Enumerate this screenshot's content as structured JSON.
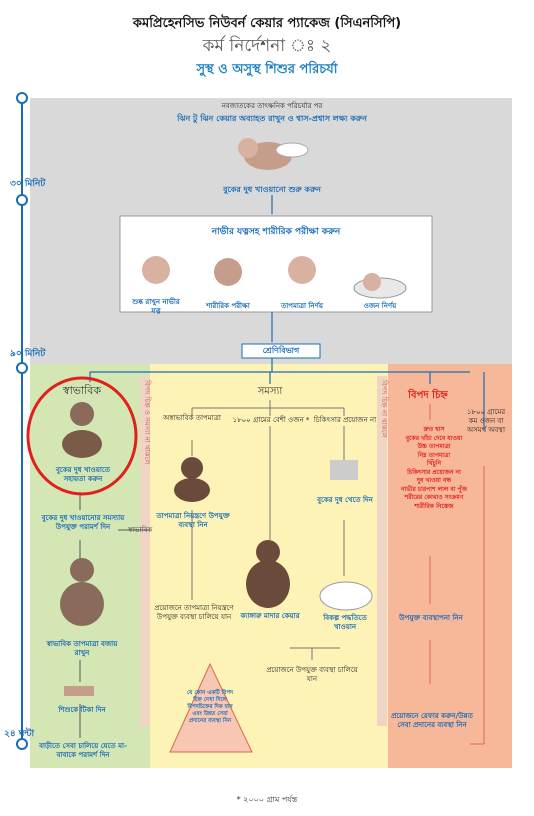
{
  "header": {
    "title": "কমপ্রিহেনসিভ নিউবর্ন কেয়ার প্যাকেজ (সিএনসিপি)",
    "subtitle": "কর্ম নির্দেশনা ঃ ২",
    "heading": "সুস্থ ও অসুস্থ শিশুর পরিচর্যা"
  },
  "timeline": {
    "t1": "৩০ মিনিট",
    "t2": "৯০ মিনিট",
    "t3": "২৪ ঘন্টা"
  },
  "top": {
    "note": "নবজাতকের তাৎক্ষনিক পরিচর্যার পর",
    "step1": "ঝিন টু ঝিন কেয়ার অব্যাহত রাখুন ও শ্বাস-প্রশ্বাস লক্ষ্য করুন",
    "step2": "বুকের দুধ খাওয়ানো শুরু করুন",
    "exam_title": "নাভীর যত্নসহ শারীরিক পরীক্ষা করুন",
    "exam_items": [
      "শুষ্ক রাখুন নাভীর যত্ন",
      "শারীরিক পরীক্ষা",
      "তাপমাত্রা নির্ণয়",
      "ওজন নির্ণয়"
    ]
  },
  "classification": "শ্রেণিবিভাগ",
  "normal": {
    "label": "স্বাভাবিক",
    "b1": "বুকের দুধ খাওয়াতে সহায়তা করুন",
    "b2": "বুকের দুধ খাওয়ানোর সমস্যায় উপযুক্ত পরামর্শ দিন",
    "b3": "স্বাভাবিক তাপমাত্রা বজায় রাখুন",
    "b4": "শিশুকে টিকা দিন",
    "b5": "বাড়ীতে সেবা চালিয়ে যেতে মা-বাবাকে পরামর্শ দিন",
    "side": "বিপদ চিহ্ন ও সমস্যা না থাকলে",
    "return": "স্বাভাবিক"
  },
  "problem": {
    "label": "সমস্যা",
    "c1": "অস্বাভাবিক তাপমাত্রা",
    "c2": "১৮০০ গ্রামের বেশী ওজন *",
    "c3": "চিকিৎসার প্রয়োজন না",
    "b1": "তাপমাত্রা নিয়ন্ত্রণে উপযুক্ত ব্যবস্থা নিন",
    "b2": "ক্যাঙ্গারু মাদার কেয়ার",
    "b3": "বুকের দুধ খেতে দিন",
    "b4": "বিকল্প পদ্ধতিতে খাওয়ান",
    "b5": "প্রয়োজনে তাপমাত্রা নিয়ন্ত্রণে উপযুক্ত ব্যবস্থা চালিয়ে যান",
    "b6": "প্রয়োজনে উপযুক্ত ব্যবস্থা চালিয়ে যান",
    "warn": "যে কোন একটি বিপদ চিহ্ন দেখা দিলে বিপদচিহ্নের দিক যান এবং উন্নত সেবা প্রদানের ব্যবস্থা নিন",
    "side": "বিপদ চিহ্ন না থাকলে"
  },
  "danger": {
    "label": "বিপদ চিহ্ন",
    "c2": "১৮০০ গ্রামের কম ওজন বা অসমর্থ অবস্থা",
    "signs": [
      "দ্রুত শ্বাস",
      "বুকের খাঁচা দেবে যাওয়া",
      "উচ্চ তাপমাত্রা",
      "নিম্ন তাপমাত্রা",
      "খিঁচুনি",
      "চিকিৎসার প্রয়োজন না",
      "দুধ খাওয়া বন্ধ",
      "নাভীর চারপাশ লাল বা পুঁজ",
      "শরীরের কোথাও সংক্রমণ",
      "শারীরিক নিস্তেজ"
    ],
    "b1": "উপযুক্ত ব্যবস্থাপনা নিন",
    "b2": "প্রয়োজনে রেফার করুন/উন্নত সেবা প্রদানের ব্যবস্থা নিন"
  },
  "footnote": "* ২০০০ গ্রাম পর্যন্ত",
  "colors": {
    "gray": "#d9d9d9",
    "green": "#d3e6b4",
    "yellow": "#fdf3b6",
    "salmon": "#f7b899",
    "blue": "#1a6db5",
    "red": "#e0201c"
  }
}
